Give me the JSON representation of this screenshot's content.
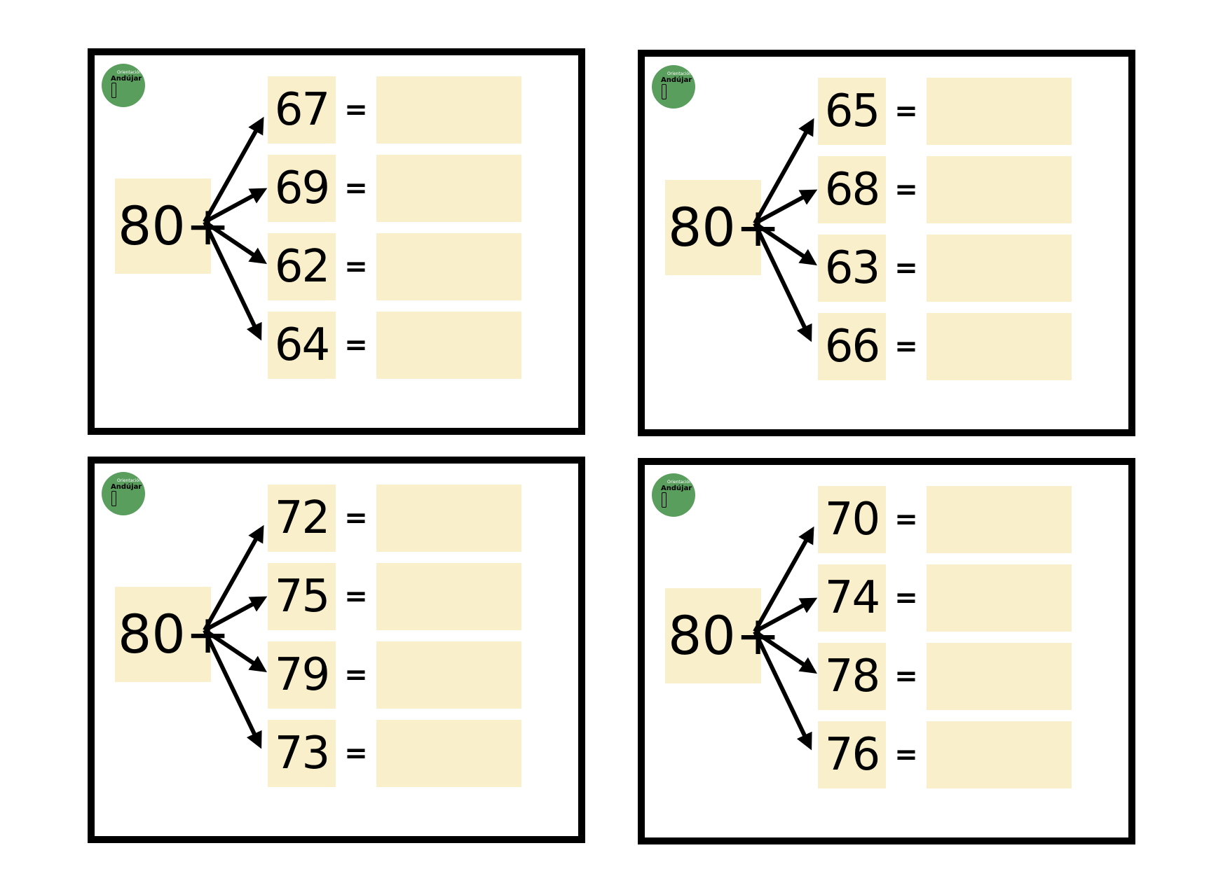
{
  "logo": {
    "small_text": "Orientación",
    "main_text": "Andújar"
  },
  "cards": [
    {
      "base": "80+",
      "addends": [
        "67",
        "69",
        "62",
        "64"
      ],
      "equals": "="
    },
    {
      "base": "80+",
      "addends": [
        "65",
        "68",
        "63",
        "66"
      ],
      "equals": "="
    },
    {
      "base": "80+",
      "addends": [
        "72",
        "75",
        "79",
        "73"
      ],
      "equals": "="
    },
    {
      "base": "80+",
      "addends": [
        "70",
        "74",
        "78",
        "76"
      ],
      "equals": "="
    }
  ],
  "colors": {
    "box_fill": "#f9f0cb",
    "logo_green": "#5a9e5e",
    "border": "#000000"
  }
}
